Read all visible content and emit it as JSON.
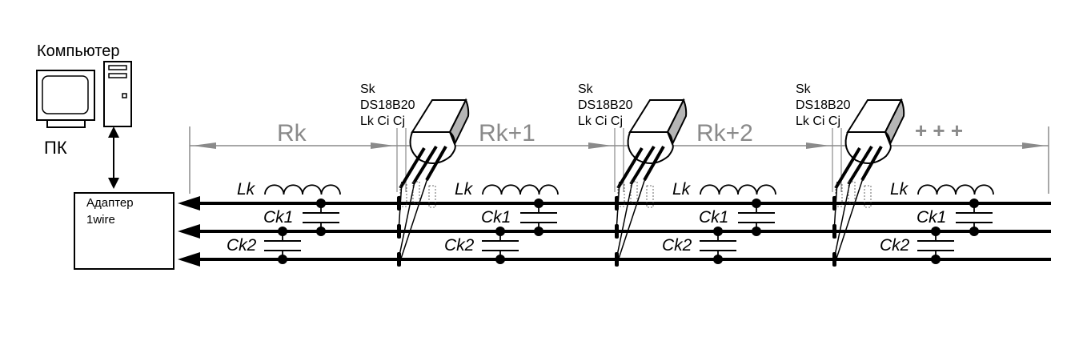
{
  "computer": {
    "title": "Компьютер",
    "label": "ПК"
  },
  "adapter": {
    "line1": "Адаптер",
    "line2": "1wire"
  },
  "sensors": [
    {
      "name": "Sk",
      "model": "DS18B20",
      "params": "Lk Ci Cj"
    },
    {
      "name": "Sk",
      "model": "DS18B20",
      "params": "Lk Ci Cj"
    },
    {
      "name": "Sk",
      "model": "DS18B20",
      "params": "Lk Ci Cj"
    }
  ],
  "distances": [
    "Rk",
    "Rk+1",
    "Rk+2",
    "+ + +"
  ],
  "segments": [
    {
      "inductor": "Lk",
      "cap1": "Ck1",
      "cap2": "Ck2"
    },
    {
      "inductor": "Lk",
      "cap1": "Ck1",
      "cap2": "Ck2"
    },
    {
      "inductor": "Lk",
      "cap1": "Ck1",
      "cap2": "Ck2"
    },
    {
      "inductor": "Lk",
      "cap1": "Ck1",
      "cap2": "Ck2"
    }
  ],
  "colors": {
    "wire": "#000000",
    "dimension": "#8a8a8a",
    "sensor_side": "#b5b5b5"
  }
}
